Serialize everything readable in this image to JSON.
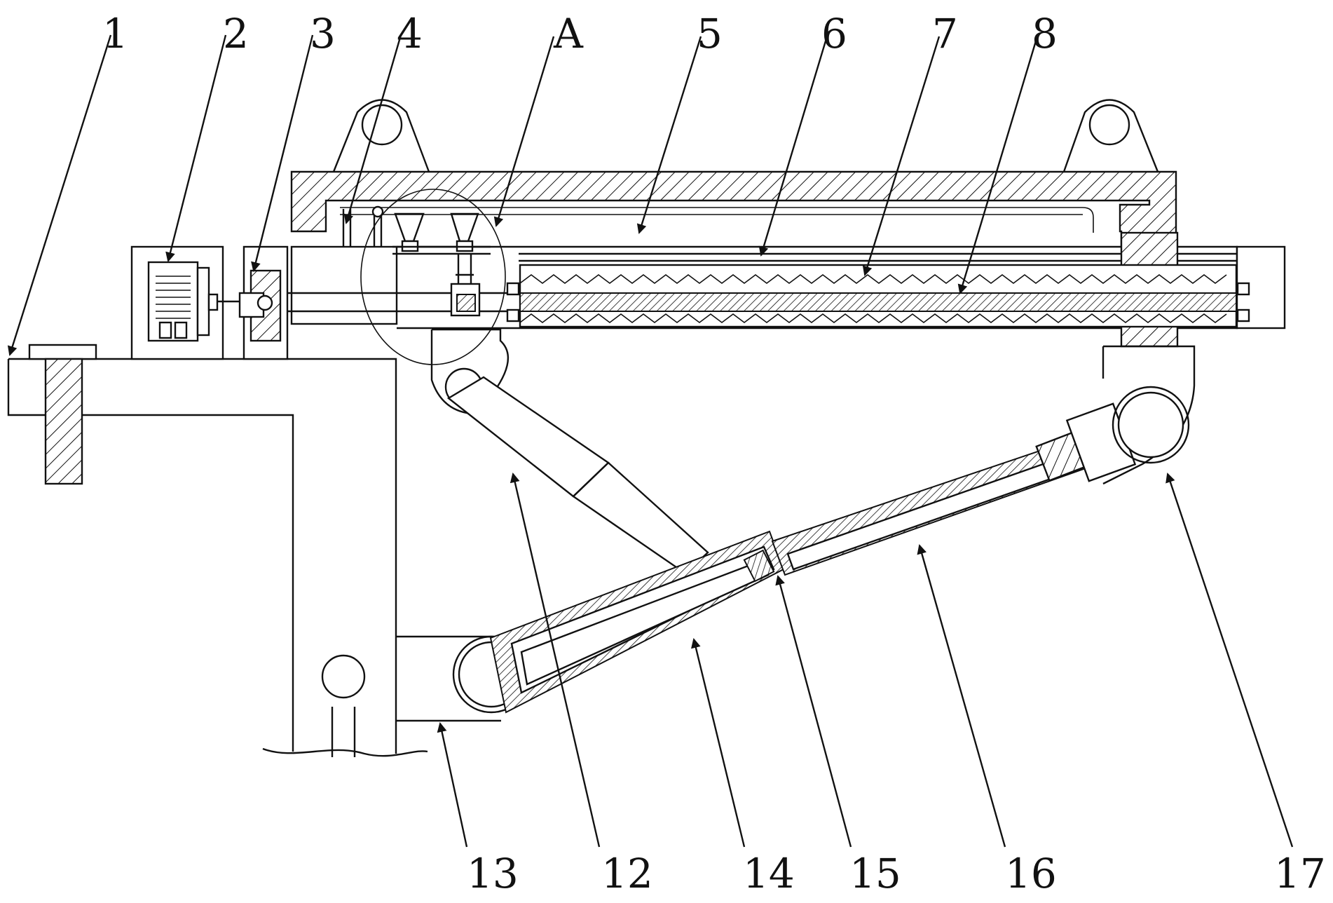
{
  "diagram": {
    "labels_top": [
      "1",
      "2",
      "3",
      "4",
      "A",
      "5",
      "6",
      "7",
      "8"
    ],
    "labels_bottom": [
      "13",
      "12",
      "14",
      "15",
      "16",
      "17"
    ]
  },
  "colors": {
    "line": "#111111",
    "background": "#ffffff"
  }
}
